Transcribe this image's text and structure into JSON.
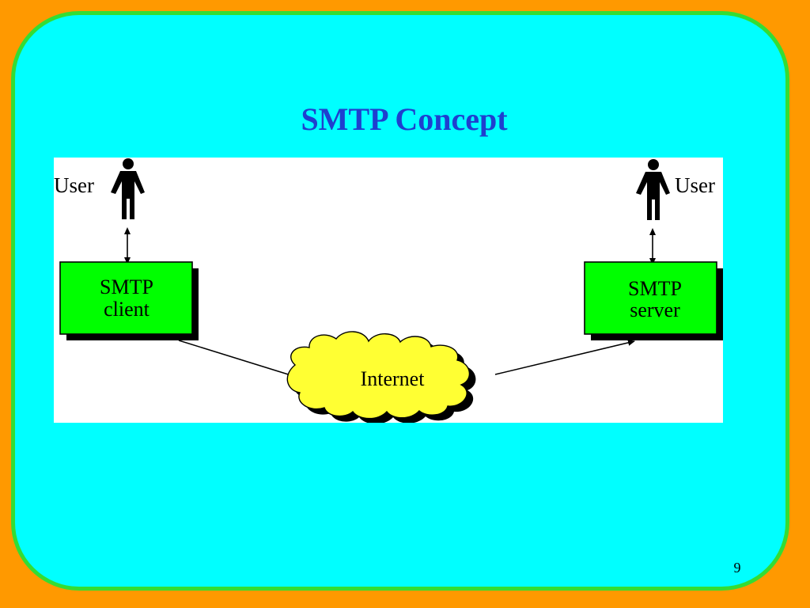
{
  "slide": {
    "title": "SMTP Concept",
    "page_number": "9"
  },
  "colors": {
    "background": "#ff9900",
    "slide_fill": "#00ffff",
    "slide_border": "#33dd33",
    "title": "#1f3fcf",
    "box_fill": "#00ff00",
    "cloud_fill": "#ffff33"
  },
  "diagram": {
    "left_user_label": "User",
    "right_user_label": "User",
    "client_box": {
      "line1": "SMTP",
      "line2": "client"
    },
    "server_box": {
      "line1": "SMTP",
      "line2": "server"
    },
    "cloud_label": "Internet",
    "icons": [
      "person-icon",
      "person-icon",
      "double-arrow-icon",
      "double-arrow-icon",
      "cloud-icon"
    ]
  }
}
